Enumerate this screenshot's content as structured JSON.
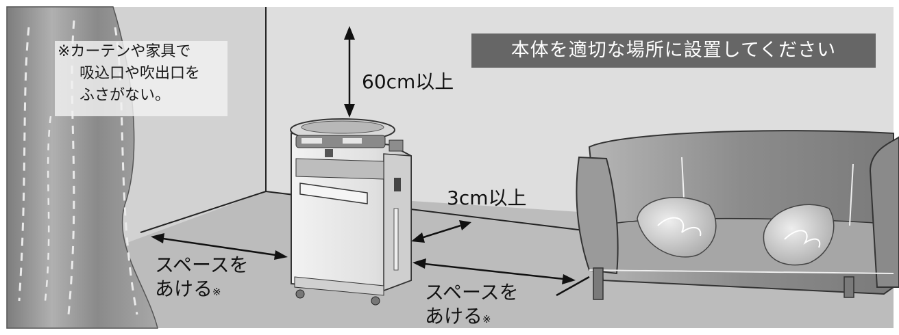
{
  "banner": "本体を適切な場所に設置してください",
  "note": {
    "line1": "※カーテンや家具で",
    "line2": "吸込口や吹出口を",
    "line3": "ふさがない。"
  },
  "clearances": {
    "top": "60cm以上",
    "side": "3cm以上"
  },
  "space_left": {
    "line1": "スペースを",
    "line2": "あける",
    "mark": "※"
  },
  "space_right": {
    "line1": "スペースを",
    "line2": "あける",
    "mark": "※"
  },
  "colors": {
    "wall": "#dcdcdc",
    "floor": "#b8b8b8",
    "banner": "#666666",
    "sofa": "#8f8f8f",
    "curtain": "#9a9a9a"
  }
}
